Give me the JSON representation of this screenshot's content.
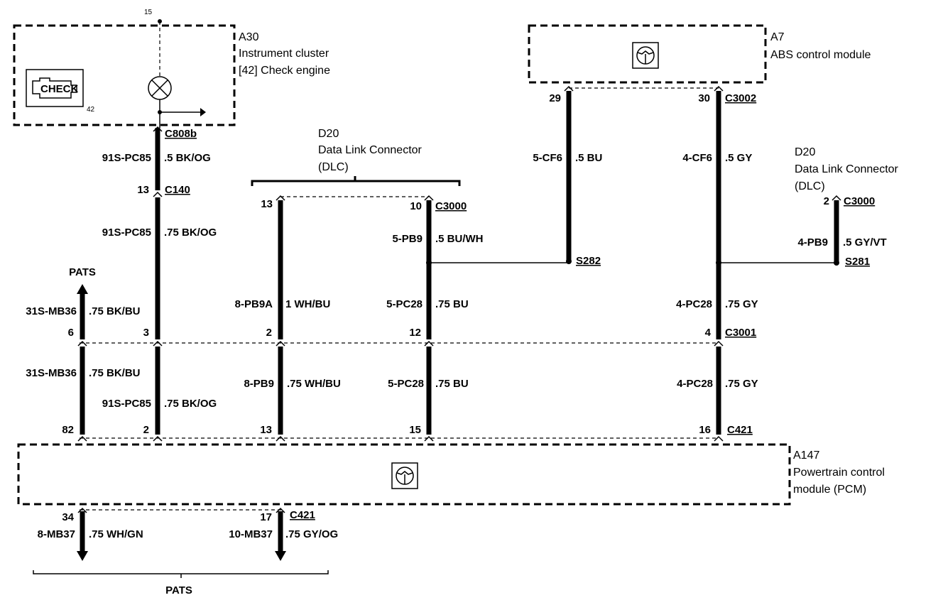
{
  "modules": {
    "a30": {
      "id": "A30",
      "name": "Instrument cluster",
      "sub": "[42] Check engine",
      "pin_top": "15",
      "pin_lamp": "42",
      "icon_text": "CHECK"
    },
    "a7": {
      "id": "A7",
      "name": "ABS control module"
    },
    "a147": {
      "id": "A147",
      "name1": "Powertrain control",
      "name2": "module (PCM)"
    },
    "dlc_left": {
      "id": "D20",
      "name": "Data Link Connector",
      "abbr": "(DLC)"
    },
    "dlc_right": {
      "id": "D20",
      "name": "Data Link Connector",
      "abbr": "(DLC)"
    }
  },
  "connectors": {
    "c808b": "C808b",
    "c140": "C140",
    "c3000_left": "C3000",
    "c3000_right": "C3000",
    "c3002": "C3002",
    "c3001": "C3001",
    "c421_top": "C421",
    "c421_bottom": "C421",
    "s282": "S282",
    "s281": "S281"
  },
  "pins": {
    "c140_13": "13",
    "dlc_13": "13",
    "dlc_10": "10",
    "abs_29": "29",
    "abs_30": "30",
    "dlc_r_2": "2",
    "c3001_6": "6",
    "c3001_3": "3",
    "c3001_2": "2",
    "c3001_12": "12",
    "c3001_4": "4",
    "pcm_82": "82",
    "pcm_2": "2",
    "pcm_13": "13",
    "pcm_15": "15",
    "pcm_16": "16",
    "pcm_34": "34",
    "pcm_17": "17"
  },
  "wires": {
    "w1_circuit": "91S-PC85",
    "w1_spec": ".5 BK/OG",
    "w2_circuit": "91S-PC85",
    "w2_spec": ".75 BK/OG",
    "w3_circuit": "31S-MB36",
    "w3_spec": ".75 BK/BU",
    "w4_circuit": "31S-MB36",
    "w4_spec": ".75 BK/BU",
    "w5_circuit": "91S-PC85",
    "w5_spec": ".75 BK/OG",
    "w6_circuit": "8-PB9A",
    "w6_spec": "1 WH/BU",
    "w7_circuit": "8-PB9",
    "w7_spec": ".75 WH/BU",
    "w8_circuit": "5-PB9",
    "w8_spec": ".5 BU/WH",
    "w9_circuit": "5-PC28",
    "w9_spec": ".75 BU",
    "w10_circuit": "5-PC28",
    "w10_spec": ".75 BU",
    "w11_circuit": "5-CF6",
    "w11_spec": ".5 BU",
    "w12_circuit": "4-CF6",
    "w12_spec": ".5 GY",
    "w13_circuit": "4-PC28",
    "w13_spec": ".75 GY",
    "w14_circuit": "4-PC28",
    "w14_spec": ".75 GY",
    "w15_circuit": "4-PB9",
    "w15_spec": ".5 GY/VT",
    "w16_circuit": "8-MB37",
    "w16_spec": ".75 WH/GN",
    "w17_circuit": "10-MB37",
    "w17_spec": ".75 GY/OG"
  },
  "labels": {
    "pats_top": "PATS",
    "pats_bottom": "PATS"
  }
}
